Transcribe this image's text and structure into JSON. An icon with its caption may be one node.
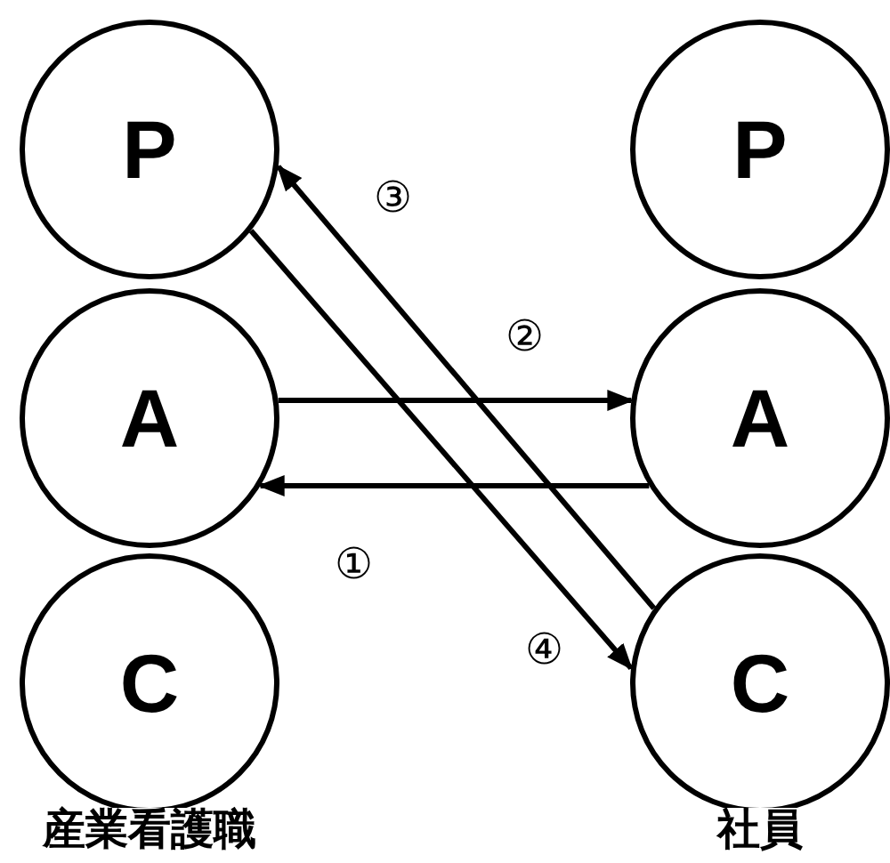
{
  "diagram": {
    "nodes": [
      {
        "text": [
          "P"
        ]
      },
      {
        "text": [
          "A"
        ]
      },
      {
        "text": [
          "C"
        ]
      },
      {
        "text": [
          "P"
        ]
      },
      {
        "text": [
          "A"
        ]
      },
      {
        "text": [
          "C"
        ]
      }
    ],
    "edges": [
      {
        "from": 4,
        "to": 1,
        "arrow": "to",
        "label": "①"
      },
      {
        "from": 1,
        "to": 4,
        "arrow": "to",
        "label": "②"
      },
      {
        "from": 5,
        "to": 0,
        "arrow": "to",
        "label": "③"
      },
      {
        "from": 0,
        "to": 5,
        "arrow": "to",
        "label": "④"
      }
    ],
    "labels": [
      "産業看護職",
      "社員"
    ]
  }
}
